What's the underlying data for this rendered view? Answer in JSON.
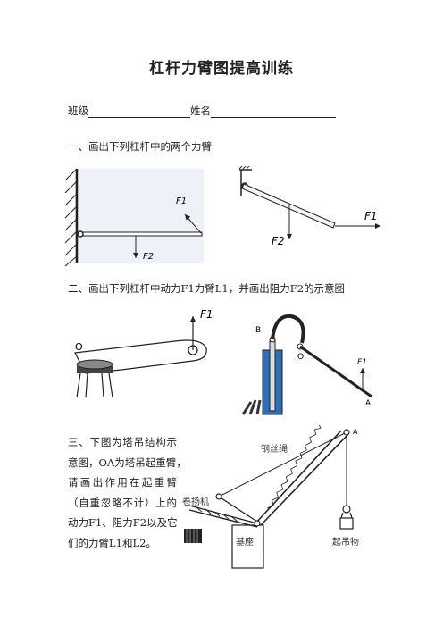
{
  "doc": {
    "title": "杠杆力臂图提高训练",
    "class_label": "班级",
    "name_label": "姓名"
  },
  "q1": {
    "prompt": "一、画出下列杠杆中的两个力臂",
    "fig1": {
      "f1": "F1",
      "f2": "F2"
    },
    "fig2": {
      "f1": "F1",
      "f2": "F2"
    }
  },
  "q2": {
    "prompt": "二、画出下列杠杆中动力F1力臂L1，并画出阻力F2的示意图",
    "fig1": {
      "f1": "F1",
      "o": "O"
    },
    "fig2": {
      "f1": "F1",
      "a": "A",
      "b": "B",
      "o": "O"
    }
  },
  "q3": {
    "lines": [
      "三、下图为塔吊结构示",
      "意图，OA为塔吊起重臂，",
      "请画出作用在起重臂",
      "（自重忽略不计）上的",
      "动力F1、阻力F2以及它",
      "们的力臂L1和L2。"
    ],
    "crane": {
      "label_a": "A",
      "label_wire": "钢丝绳",
      "label_winch": "卷扬机",
      "label_base": "基座",
      "label_load": "起吊物"
    }
  }
}
